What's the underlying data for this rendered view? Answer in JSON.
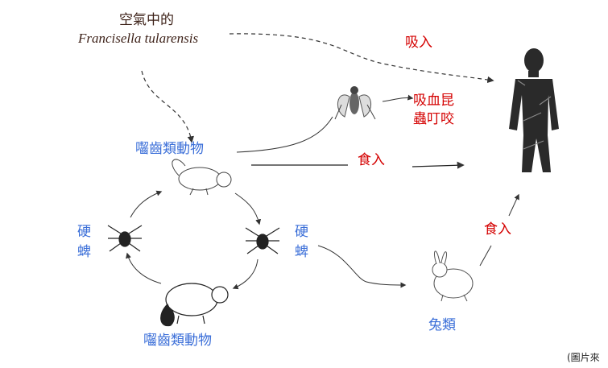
{
  "labels": {
    "airborne_line1": "空氣中的",
    "airborne_line2": "Francisella tularensis",
    "inhalation": "吸入",
    "insect_bite_line1": "吸血昆",
    "insect_bite_line2": "蟲叮咬",
    "rodent_top": "囓齒類動物",
    "rodent_bottom": "囓齒類動物",
    "ingestion_rodent": "食入",
    "ingestion_rabbit": "食入",
    "tick_left_1": "硬",
    "tick_left_2": "蜱",
    "tick_right_1": "硬",
    "tick_right_2": "蜱",
    "rabbit": "兔類",
    "source_note": "(圖片來"
  },
  "colors": {
    "label_dark": "#3b1f16",
    "label_red": "#d40000",
    "label_blue": "#3a6ed8",
    "arrow": "#333333"
  },
  "icons": [
    "fly-icon",
    "human-silhouette-icon",
    "squirrel-icon",
    "beaver-icon",
    "tick-icon",
    "rabbit-icon"
  ]
}
